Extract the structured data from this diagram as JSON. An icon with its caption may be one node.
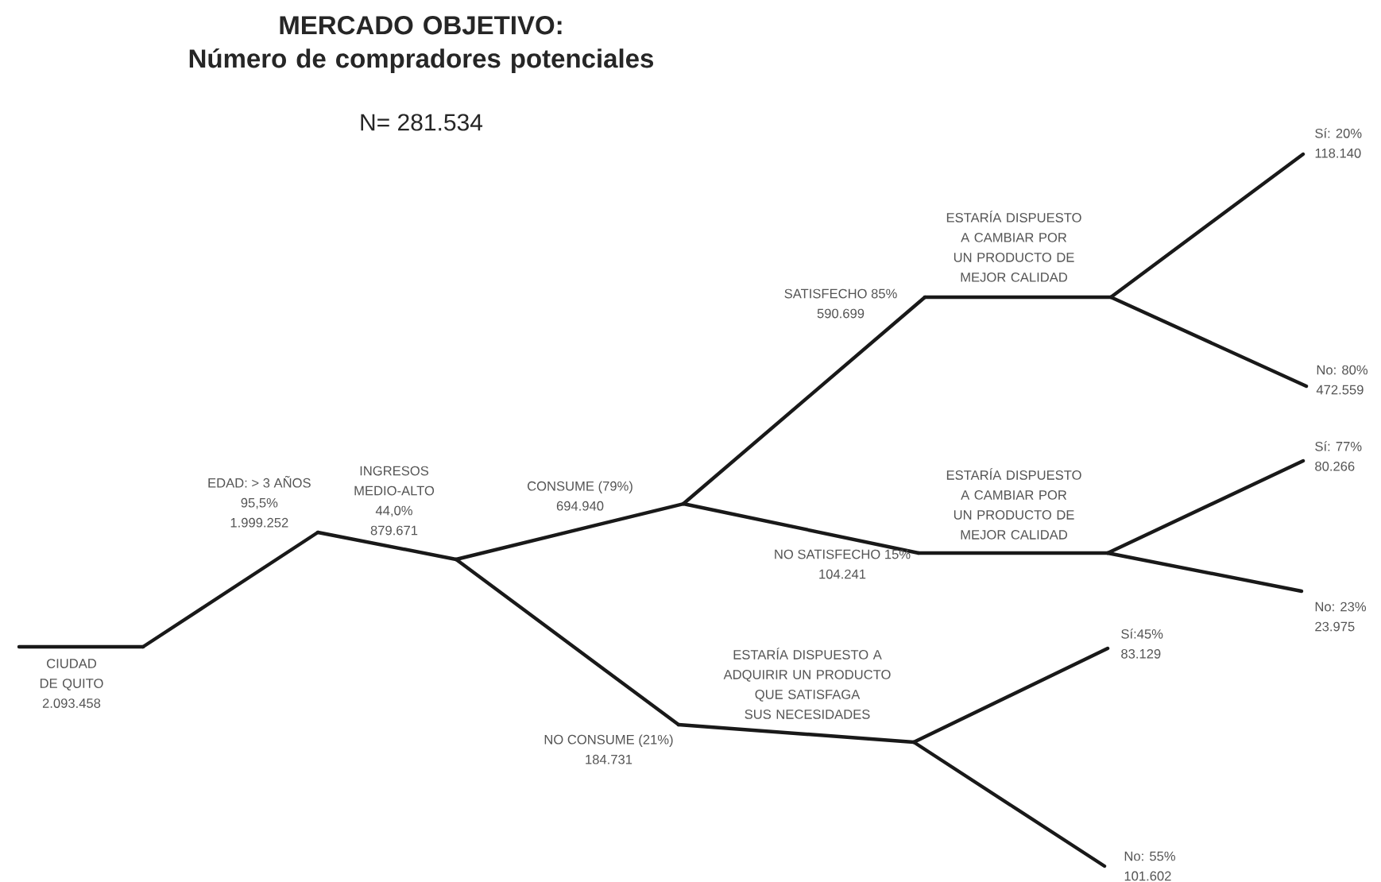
{
  "diagram": {
    "title": "MERCADO OBJETIVO: Número de compradores potenciales",
    "nodes": [
      {
        "text": [
          "CIUDAD DE QUITO",
          "2.093.458"
        ]
      },
      {
        "text": [
          "EDAD: > 3 AÑOS",
          "95,5%",
          "1.999.252"
        ]
      },
      {
        "text": [
          "INGRESOS MEDIO-ALTO",
          "44,0%",
          "879.671"
        ]
      },
      {
        "text": [
          "CONSUME (79%)",
          "694.940"
        ]
      },
      {
        "text": [
          "SATISFECHO 85%",
          "590.699"
        ]
      },
      {
        "text": [
          "ESTARÍA DISPUESTO A CAMBIAR POR UN PRODUCTO DE MEJOR CALIDAD"
        ]
      },
      {
        "text": [
          "Sí: 20%",
          "118.140"
        ]
      },
      {
        "text": [
          "No: 80%",
          "472.559"
        ]
      },
      {
        "text": [
          "NO SATISFECHO 15%",
          "104.241"
        ]
      },
      {
        "text": [
          "ESTARÍA DISPUESTO A CAMBIAR POR UN PRODUCTO DE MEJOR CALIDAD"
        ]
      },
      {
        "text": [
          "Sí: 77%",
          "80.266"
        ]
      },
      {
        "text": [
          "No: 23%",
          "23.975"
        ]
      },
      {
        "text": [
          "NO CONSUME (21%)",
          "184.731"
        ]
      },
      {
        "text": [
          "ESTARÍA DISPUESTO A ADQUIRIR UN PRODUCTO QUE SATISFAGA SUS NECESIDADES"
        ]
      },
      {
        "text": [
          "Sí:45%",
          "83.129"
        ]
      },
      {
        "text": [
          "No: 55%",
          "101.602"
        ]
      }
    ],
    "edges": [
      {
        "from": null,
        "to": 0,
        "arrow": "none"
      },
      {
        "from": 0,
        "to": 1,
        "arrow": "none"
      },
      {
        "from": 1,
        "to": 2,
        "arrow": "none"
      },
      {
        "from": 2,
        "to": 3,
        "arrow": "none"
      },
      {
        "from": 3,
        "to": 4,
        "arrow": "none"
      },
      {
        "from": 4,
        "to": 5,
        "arrow": "none"
      },
      {
        "from": 5,
        "to": 6,
        "arrow": "none"
      },
      {
        "from": 5,
        "to": 7,
        "arrow": "none"
      },
      {
        "from": 3,
        "to": 8,
        "arrow": "none"
      },
      {
        "from": 8,
        "to": 9,
        "arrow": "none"
      },
      {
        "from": 9,
        "to": 10,
        "arrow": "none"
      },
      {
        "from": 9,
        "to": 11,
        "arrow": "none"
      },
      {
        "from": 2,
        "to": 12,
        "arrow": "none"
      },
      {
        "from": 12,
        "to": 13,
        "arrow": "none"
      },
      {
        "from": 13,
        "to": 14,
        "arrow": "none"
      },
      {
        "from": 13,
        "to": 15,
        "arrow": "none"
      }
    ],
    "labels": [
      "N= 281.534"
    ]
  }
}
